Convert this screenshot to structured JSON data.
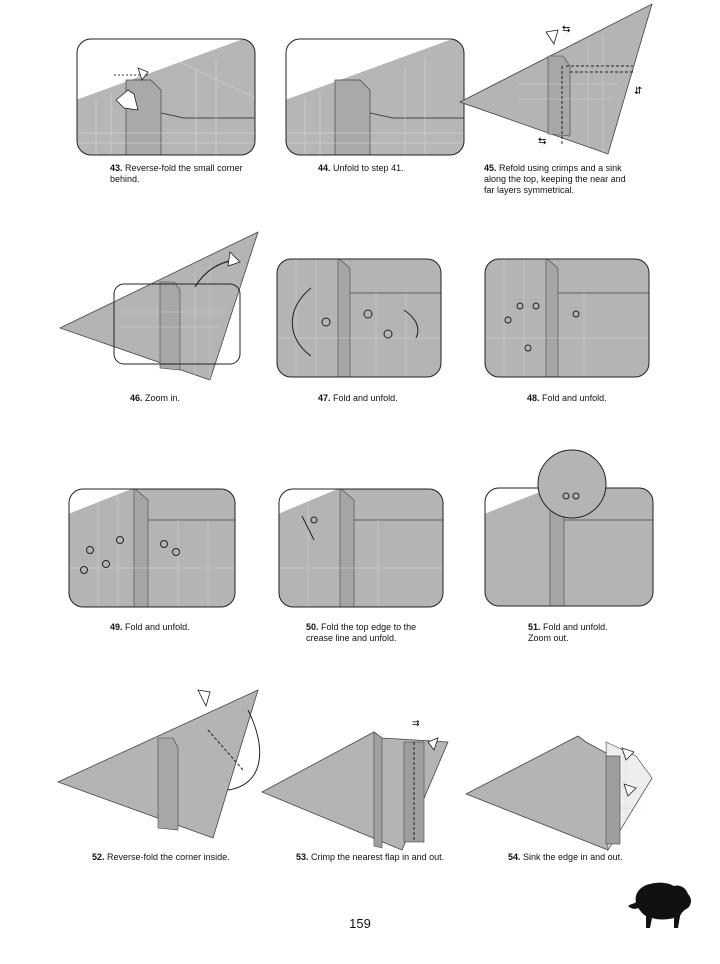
{
  "page_number": "159",
  "steps": [
    {
      "num": "43.",
      "text": "Reverse-fold the small corner behind."
    },
    {
      "num": "44.",
      "text": "Unfold to step 41."
    },
    {
      "num": "45.",
      "text": "Refold using crimps and a sink along the top, keeping the near and far layers symmetrical."
    },
    {
      "num": "46.",
      "text": "Zoom in."
    },
    {
      "num": "47.",
      "text": "Fold and unfold."
    },
    {
      "num": "48.",
      "text": "Fold and unfold."
    },
    {
      "num": "49.",
      "text": "Fold and unfold."
    },
    {
      "num": "50.",
      "text": "Fold the top edge to the crease line and unfold."
    },
    {
      "num": "51.",
      "text": "Fold and unfold. Zoom out."
    },
    {
      "num": "52.",
      "text": "Reverse-fold the corner inside."
    },
    {
      "num": "53.",
      "text": "Crimp the nearest flap in and out."
    },
    {
      "num": "54.",
      "text": "Sink the edge in and out."
    }
  ],
  "colors": {
    "paper": "#b4b4b4",
    "paper_dark": "#8e8e8e",
    "crease": "#e6e6e6",
    "line": "#333333"
  },
  "icons": {
    "logo": "bison-silhouette-icon"
  }
}
